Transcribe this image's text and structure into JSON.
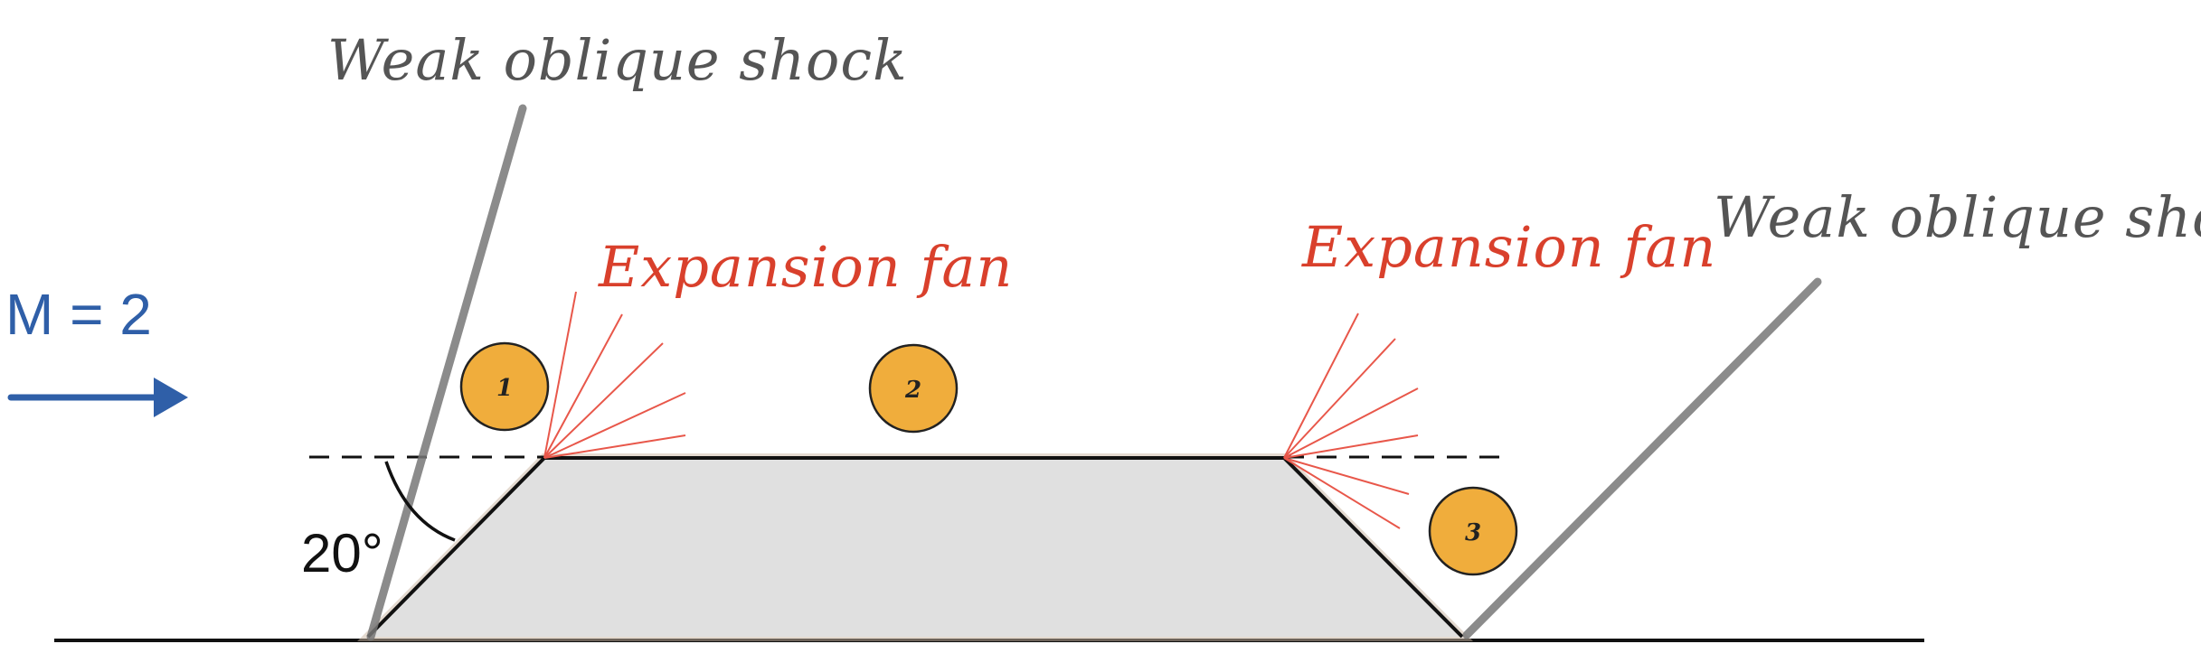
{
  "diagram": {
    "freestream": {
      "mach_label": "M = 2",
      "arrow_color": "#2f5fa8"
    },
    "angle_label": "20°",
    "labels": {
      "shock_left": "Weak oblique shock",
      "shock_right": "Weak oblique shock",
      "fan_left": "Expansion fan",
      "fan_right": "Expansion fan"
    },
    "regions": [
      "1",
      "2",
      "3"
    ],
    "colors": {
      "shock_text": "#555555",
      "fan_text": "#d9402c",
      "fan_rays": "#e8574a",
      "region_fill": "#f0ad3c",
      "body_fill": "#e0e0e0",
      "shock_line": "#777777"
    }
  }
}
